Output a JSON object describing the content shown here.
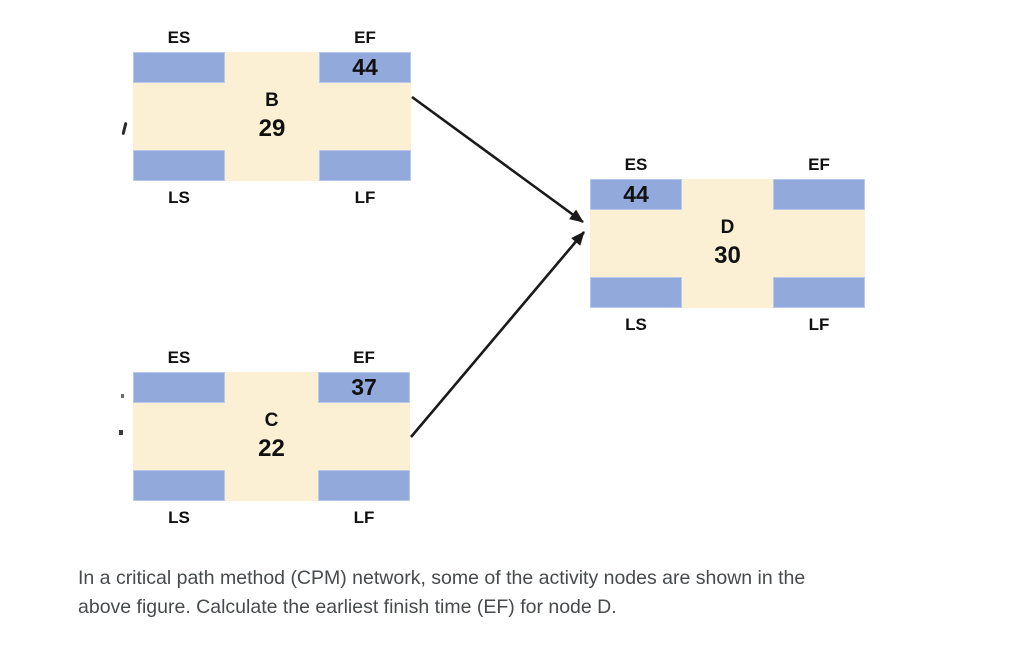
{
  "figure": {
    "corner_labels": {
      "top_left": "ES",
      "top_right": "EF",
      "bottom_left": "LS",
      "bottom_right": "LF"
    },
    "nodes": [
      {
        "id": "B",
        "duration": "29",
        "es": "",
        "ef": "44",
        "ls": "",
        "lf": ""
      },
      {
        "id": "C",
        "duration": "22",
        "es": "",
        "ef": "37",
        "ls": "",
        "lf": ""
      },
      {
        "id": "D",
        "duration": "30",
        "es": "44",
        "ef": "",
        "ls": "",
        "lf": ""
      }
    ],
    "edges": [
      {
        "from": "B",
        "to": "D"
      },
      {
        "from": "C",
        "to": "D"
      }
    ],
    "colors": {
      "node_fill": "#FBF0D3",
      "slot_fill": "#92A9DB",
      "slot_border": "#B9C7EA",
      "arrow": "#1a1a1a",
      "label_text": "#111111"
    }
  },
  "question": {
    "lines": [
      "In a critical path method (CPM) network, some of the activity nodes are shown in the",
      "above figure. Calculate the earliest finish time (EF) for node D."
    ]
  }
}
